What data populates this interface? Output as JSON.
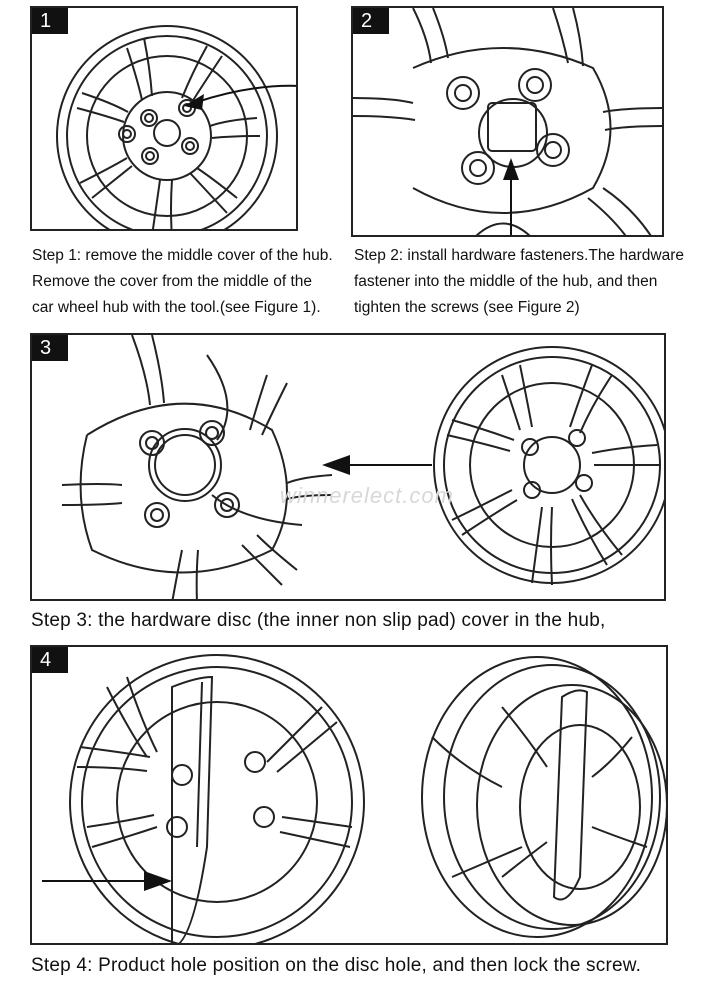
{
  "panels": {
    "p1": {
      "number": "1"
    },
    "p2": {
      "number": "2"
    },
    "p3": {
      "number": "3"
    },
    "p4": {
      "number": "4"
    }
  },
  "captions": {
    "step1": [
      "Step 1: remove the middle cover of the hub.",
      "Remove the cover from the middle of the",
      "car wheel hub with the tool.(see Figure 1)."
    ],
    "step2": [
      "Step 2: install hardware fasteners.The hardware",
      "fastener into the middle of the hub, and then",
      "tighten the screws (see Figure 2)"
    ],
    "step3": "Step 3: the hardware disc (the inner non slip pad) cover in the hub,",
    "step4": "Step 4: Product hole position on the disc hole, and then lock the screw."
  },
  "watermark": "winnerelect.com",
  "icons": {
    "arrow": "arrow-icon",
    "wheel": "wheel-icon"
  }
}
